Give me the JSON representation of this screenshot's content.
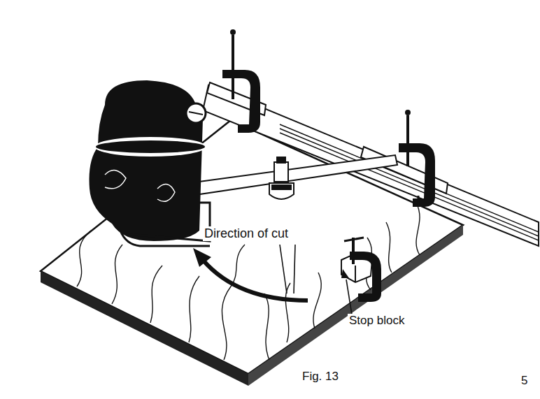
{
  "diagram": {
    "caption": "Fig. 13",
    "labels": [
      "Direction of cut",
      "Stop block",
      "5"
    ]
  }
}
